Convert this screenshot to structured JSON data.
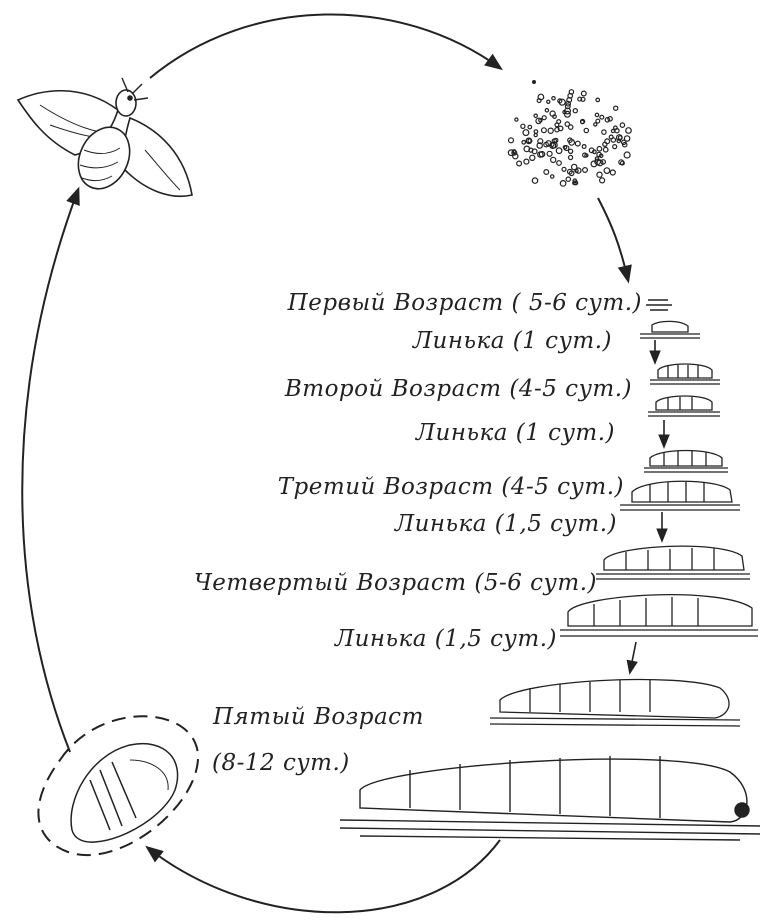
{
  "stages": {
    "first_instar": "Первый Возраст ( 5-6 сут.)",
    "molt_1": "Линька (1 сут.)",
    "second_instar": "Второй Возраст (4-5 сут.)",
    "molt_2": "Линька (1 сут.)",
    "third_instar": "Третий Возраст (4-5 сут.)",
    "molt_3": "Линька (1,5 сут.)",
    "fourth_instar": "Четвертый Возраст (5-6 сут.)",
    "molt_4": "Линька (1,5 сут.)",
    "fifth_instar_line1": "Пятый Возраст",
    "fifth_instar_line2": "(8-12 сут.)"
  }
}
